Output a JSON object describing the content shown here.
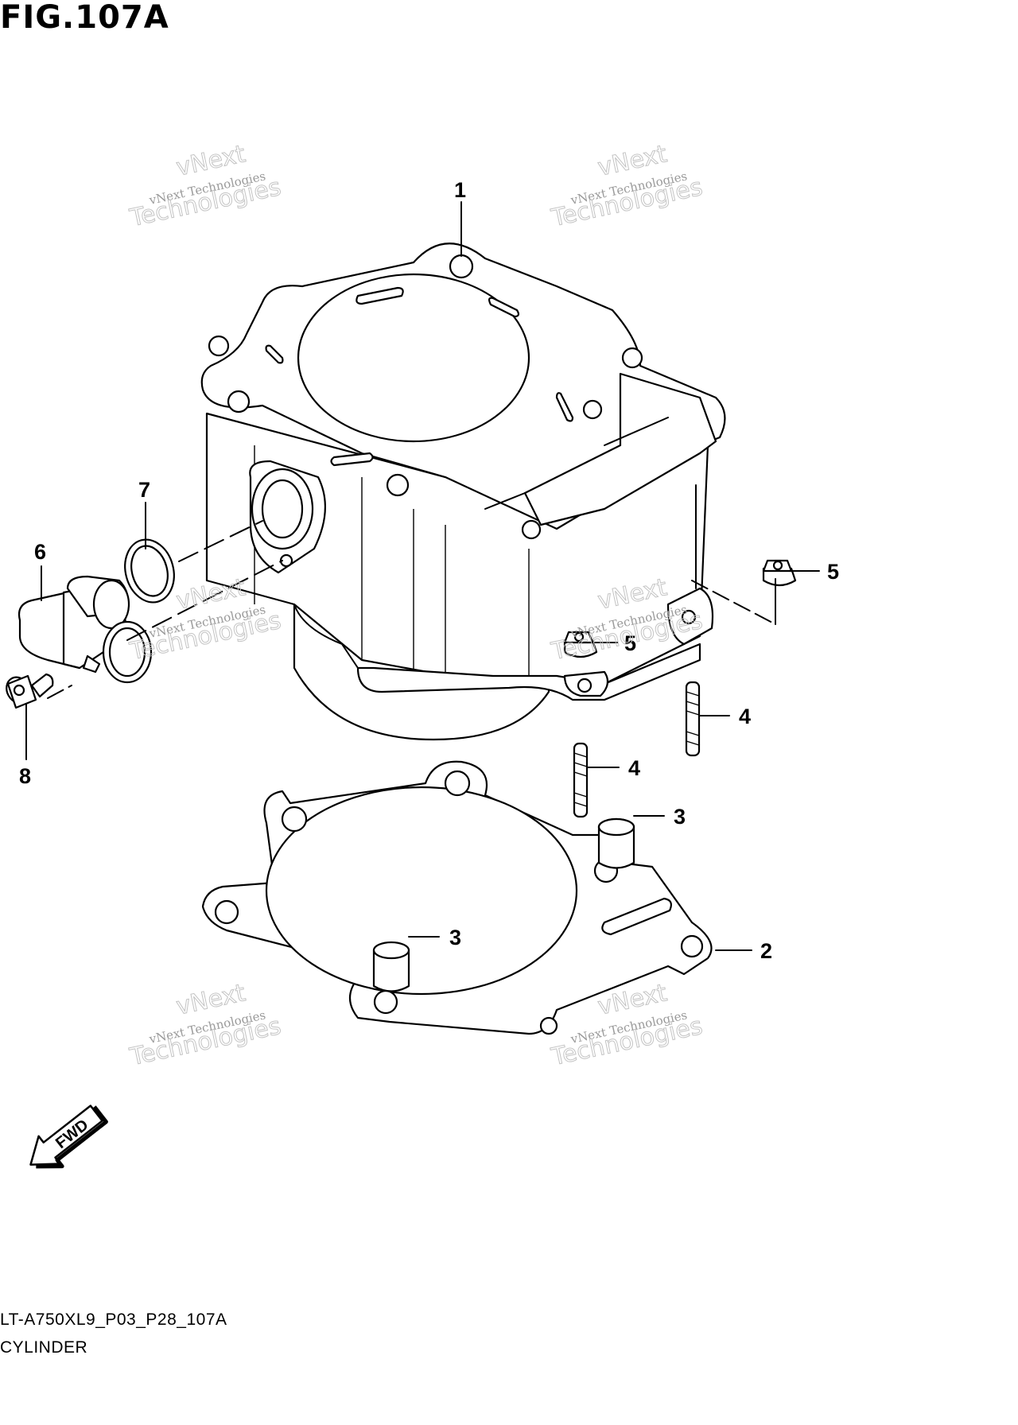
{
  "figure": {
    "title": "FIG.107A",
    "code": "LT-A750XL9_P03_P28_107A",
    "caption": "CYLINDER"
  },
  "callouts": [
    "1",
    "2",
    "3",
    "3",
    "4",
    "4",
    "5",
    "5",
    "6",
    "7",
    "8"
  ],
  "watermark": {
    "small": "vNext Technologies",
    "big": "Technologies",
    "top": "vNext"
  },
  "fwd_arrow": {
    "label": "FWD"
  }
}
